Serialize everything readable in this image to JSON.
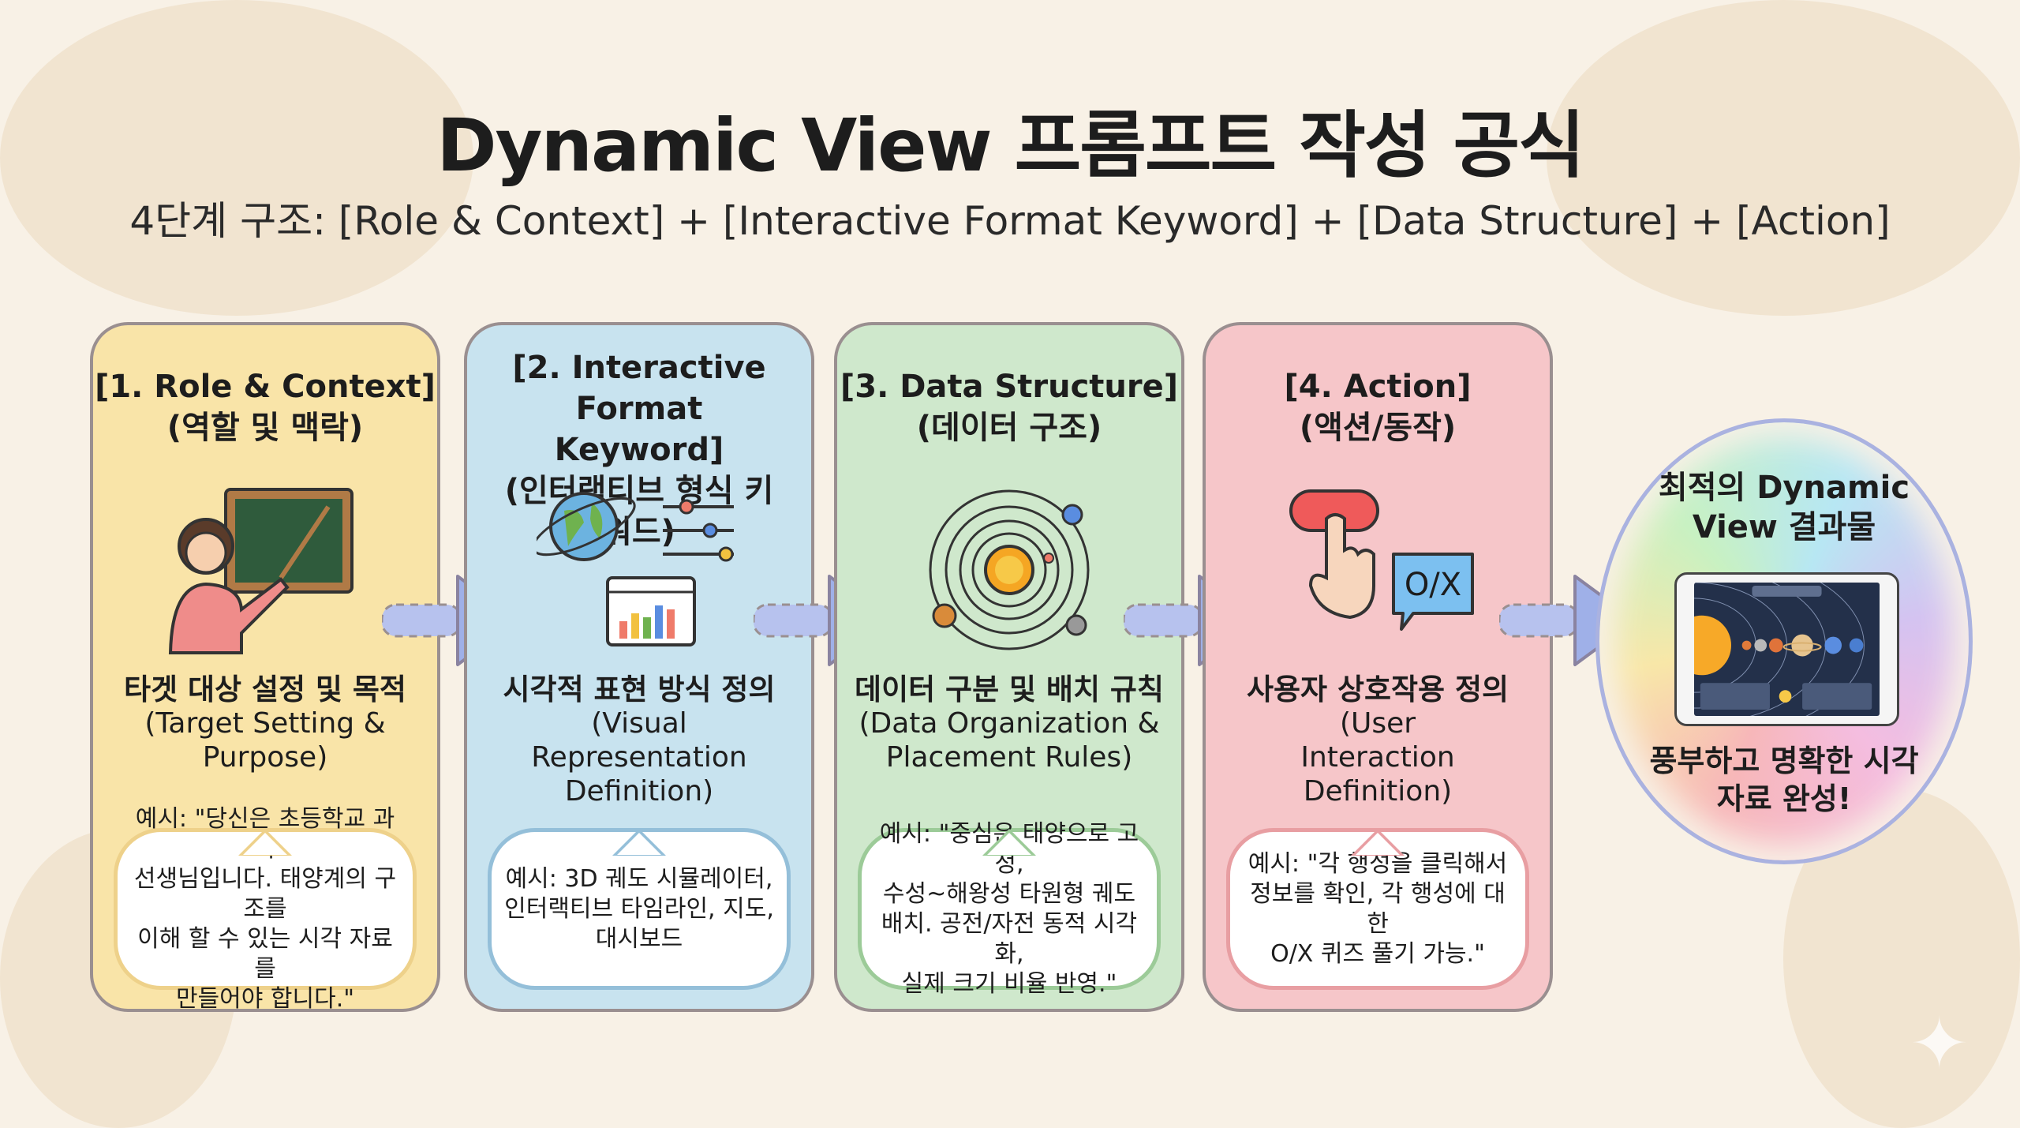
{
  "header": {
    "title": "Dynamic View 프롬프트 작성 공식",
    "subtitle": "4단계 구조: [Role & Context] + [Interactive Format Keyword] + [Data Structure] + [Action]"
  },
  "steps": [
    {
      "title": "[1. Role & Context]",
      "title_ko": "(역할 및 맥락)",
      "icon": "teacher-icon",
      "desc_ko": "타겟 대상 설정 및 목적",
      "desc_en": "(Target Setting & Purpose)",
      "example": "예시: \"당신은 초등학교 과학\n선생님입니다. 태양계의 구조를\n이해 할 수 있는 시각 자료를\n만들어야 합니다.\""
    },
    {
      "title": "[2. Interactive Format Keyword]",
      "title_ko": "(인터랙티브 형식 키워드)",
      "icon": "globe-sliders-dashboard-icon",
      "desc_ko": "시각적 표현 방식 정의",
      "desc_en": "(Visual Representation Definition)",
      "example": "예시: 3D 궤도 시뮬레이터,\n인터랙티브 타임라인, 지도,\n대시보드"
    },
    {
      "title": "[3. Data Structure]",
      "title_ko": "(데이터 구조)",
      "icon": "solar-system-icon",
      "desc_ko": "데이터 구분 및 배치 규칙",
      "desc_en": "(Data Organization & Placement Rules)",
      "example": "예시: \"중심은 태양으로 고정,\n수성~해왕성 타원형 궤도\n배치. 공전/자전 동적 시각화,\n실제 크기 비율 반영.\""
    },
    {
      "title": "[4. Action]",
      "title_ko": "(액션/동작)",
      "icon": "click-quiz-icon",
      "desc_ko": "사용자 상호작용 정의",
      "desc_en": "(User Interaction Definition)",
      "example": "예시: \"각 행성을 클릭해서\n정보를 확인, 각 행성에 대한\nO/X 퀴즈 풀기 가능.\"",
      "quiz_label": "O/X"
    }
  ],
  "result": {
    "title": "최적의 Dynamic View 결과물",
    "subtitle": "풍부하고 명확한 시각 자료 완성!",
    "icon": "tablet-solar-system-icon"
  },
  "colors": {
    "card1": "#f9e4a8",
    "card2": "#c8e3ef",
    "card3": "#cfe8cc",
    "card4": "#f6c6c9",
    "arrow": "#9fb0e8",
    "background": "#f8f1e6"
  }
}
